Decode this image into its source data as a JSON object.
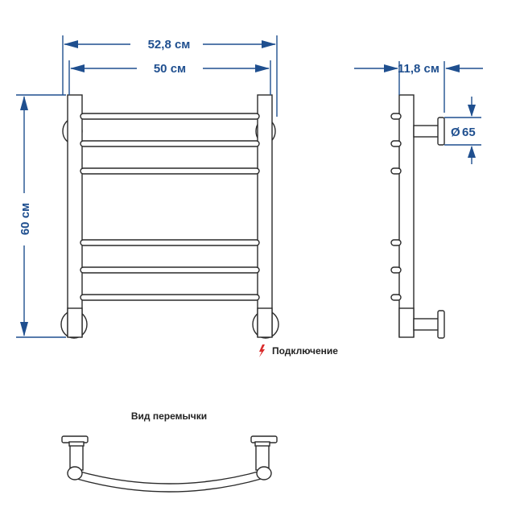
{
  "dimensions": {
    "overall_width": "52,8 см",
    "inner_width": "50 см",
    "height": "60 см",
    "depth": "11,8 см",
    "diameter": "65",
    "diameter_symbol": "Ø"
  },
  "labels": {
    "connection": "Подключение",
    "jumper_view": "Вид перемычки"
  },
  "colors": {
    "dimension": "#1f4f8f",
    "connection_icon": "#d92b2b",
    "outline": "#2a2a2a"
  }
}
